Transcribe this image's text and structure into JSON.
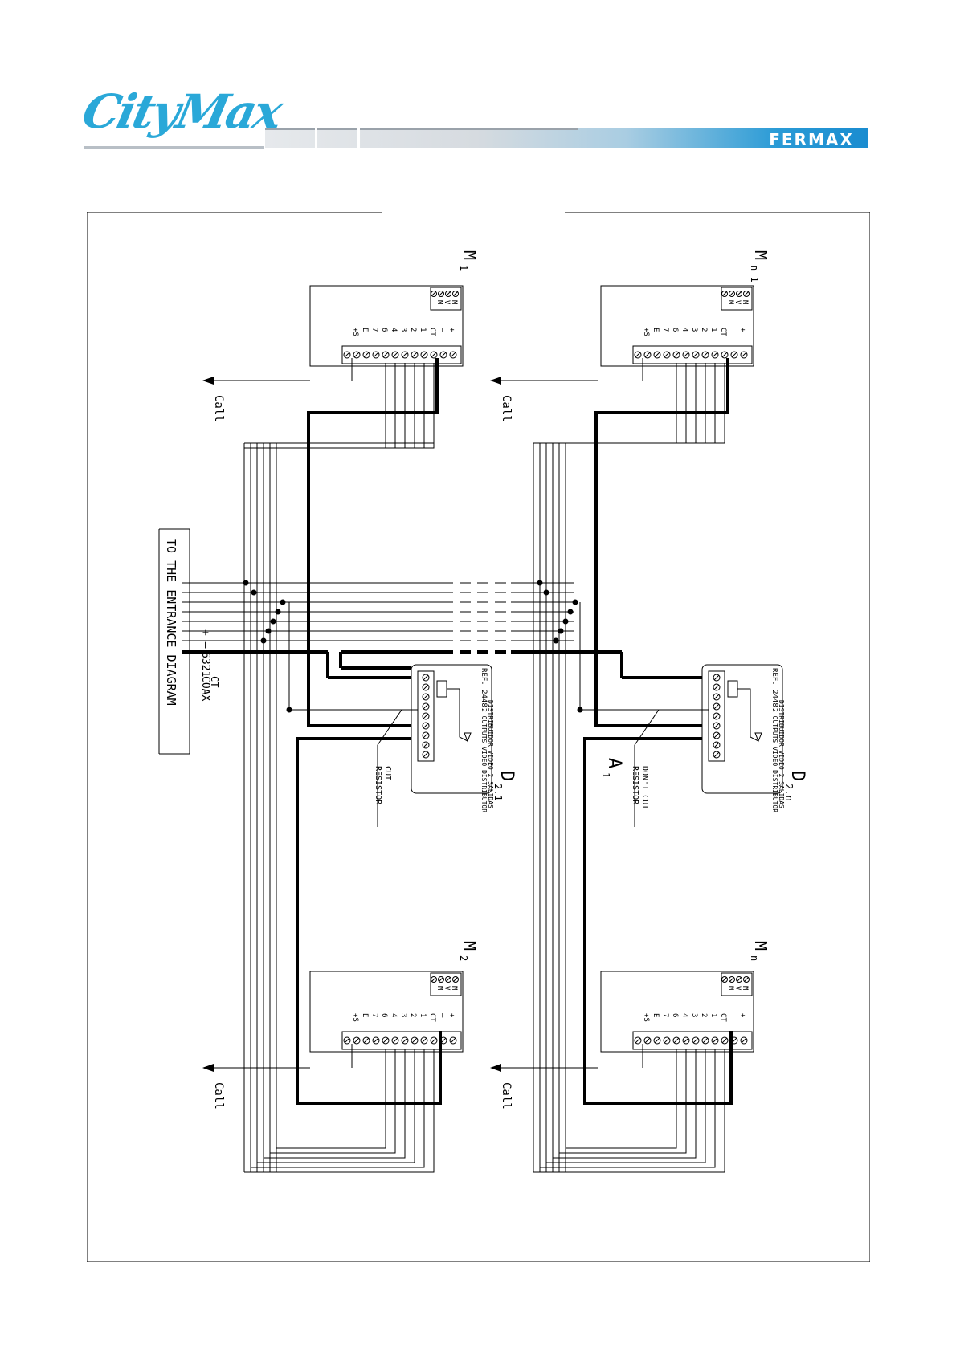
{
  "header": {
    "logo_text": "CityMax",
    "brand": "FERMAX"
  },
  "diagram": {
    "monitors": [
      {
        "id": "m1",
        "label": "M",
        "sub": "1"
      },
      {
        "id": "mn1",
        "label": "M",
        "sub": "n-1"
      },
      {
        "id": "m2",
        "label": "M",
        "sub": "2"
      },
      {
        "id": "mn",
        "label": "M",
        "sub": "n"
      }
    ],
    "monitor_terminals_top": [
      "M",
      "V",
      "M"
    ],
    "monitor_terminals_main": [
      "+",
      "–",
      "CT",
      "1",
      "2",
      "3",
      "4",
      "6",
      "7",
      "E",
      "+S"
    ],
    "call_label": "Call",
    "distributors": [
      {
        "id": "d21",
        "label": "D",
        "sub": "2.1",
        "ref": "REF. 2448",
        "name_es": "DISTRIBUIDOR VIDEO 2 SALIDAS",
        "name_en": "2 OUTPUTS VIDEO DISTRIBUTOR",
        "note": "CUT RESISTOR"
      },
      {
        "id": "d2n",
        "label": "D",
        "sub": "2.n",
        "ref": "REF. 2448",
        "name_es": "DISTRIBUIDOR VIDEO 2 SALIDAS",
        "name_en": "2 OUTPUTS VIDEO DISTRIBUTOR",
        "note": "DON'T CUT RESISTOR"
      }
    ],
    "riser_labels": {
      "plus_minus": "+ –",
      "wires": "6321",
      "coax": "COAX",
      "ct": "CT"
    },
    "entrance_label": "TO THE ENTRANCE DIAGRAM",
    "a_label": "A",
    "a_sub": "1"
  }
}
